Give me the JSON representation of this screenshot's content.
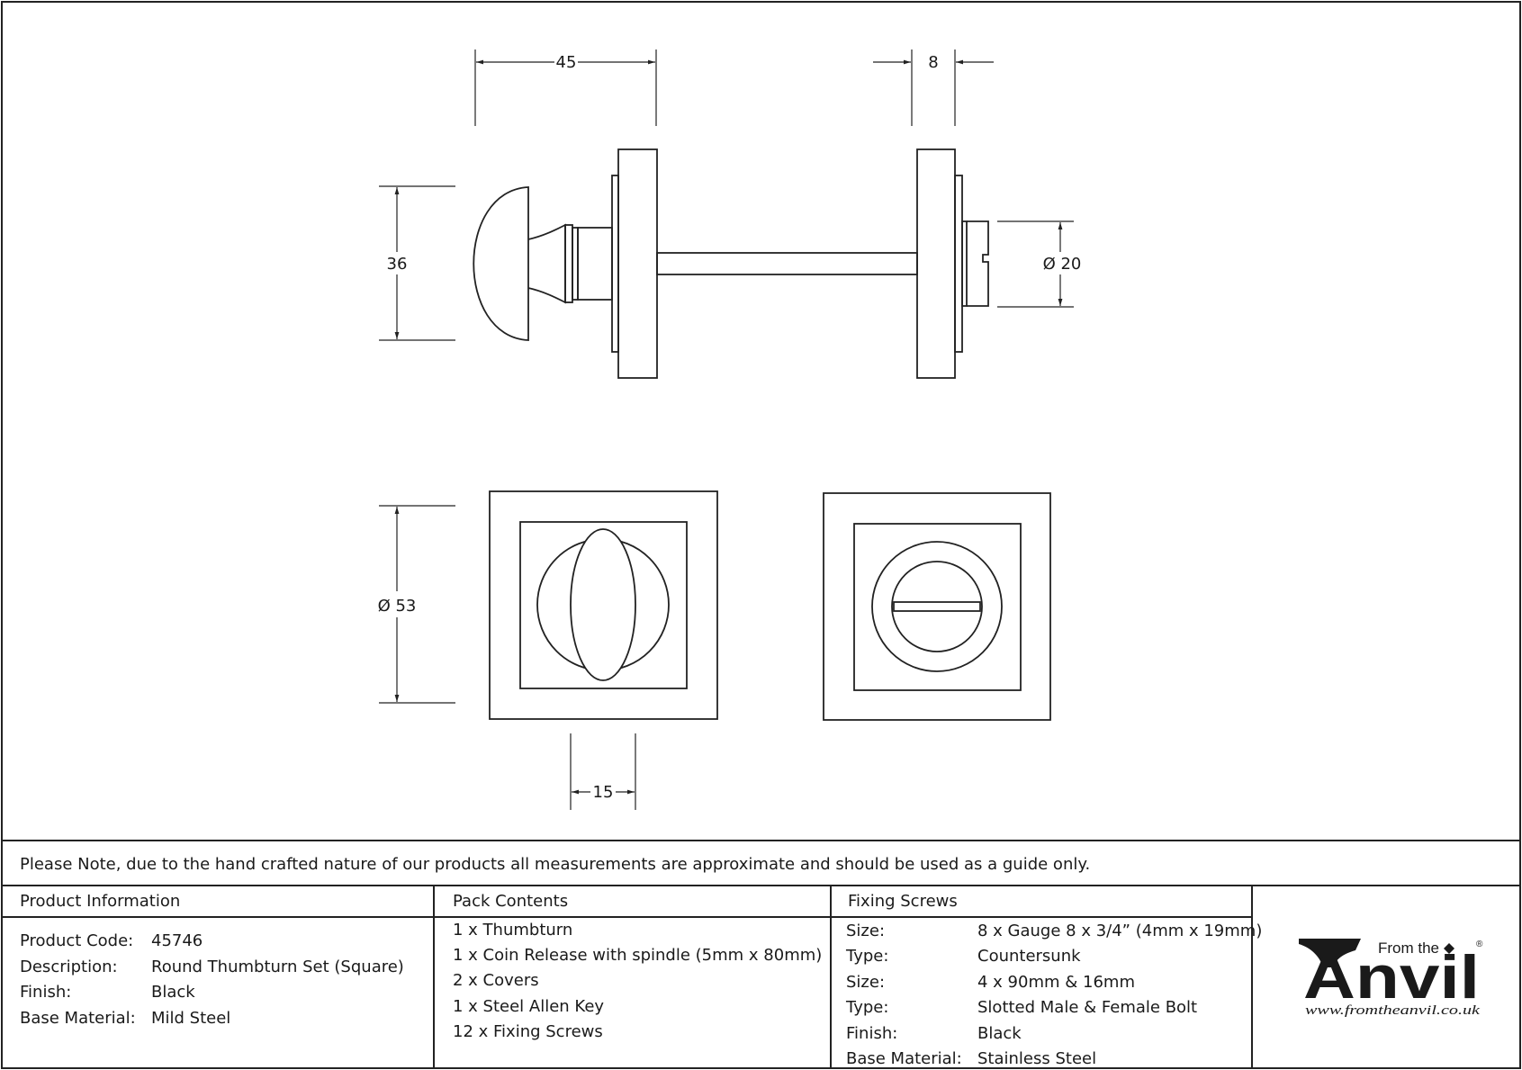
{
  "dimensions": {
    "knob_width": "45",
    "rose_thickness": "8",
    "knob_height": "36",
    "bolt_diameter": "Ø 20",
    "rose_size": "Ø 53",
    "oval_width": "15"
  },
  "note": "Please Note, due to the hand crafted nature of our products all measurements are approximate and should be used as a guide only.",
  "product_information": {
    "heading": "Product Information",
    "rows": [
      {
        "label": "Product Code:",
        "value": "45746"
      },
      {
        "label": "Description:",
        "value": "Round Thumbturn Set (Square)"
      },
      {
        "label": "Finish:",
        "value": "Black"
      },
      {
        "label": "Base Material:",
        "value": "Mild Steel"
      }
    ]
  },
  "pack_contents": {
    "heading": "Pack Contents",
    "items": [
      "1 x Thumbturn",
      "1 x Coin Release with spindle (5mm x 80mm)",
      "2 x Covers",
      "1 x Steel Allen Key",
      "12 x Fixing Screws"
    ]
  },
  "fixing_screws": {
    "heading": "Fixing Screws",
    "rows": [
      {
        "label": "Size:",
        "value": "8 x Gauge 8 x 3/4” (4mm x 19mm)"
      },
      {
        "label": "Type:",
        "value": "Countersunk"
      },
      {
        "label": "Size:",
        "value": "4 x 90mm & 16mm"
      },
      {
        "label": "Type:",
        "value": "Slotted Male & Female Bolt"
      },
      {
        "label": "Finish:",
        "value": "Black"
      },
      {
        "label": "Base Material:",
        "value": "Stainless Steel"
      }
    ]
  },
  "logo": {
    "from_the": "From the",
    "brand": "Anvil",
    "registered": "®",
    "website": "www.fromtheanvil.co.uk"
  }
}
